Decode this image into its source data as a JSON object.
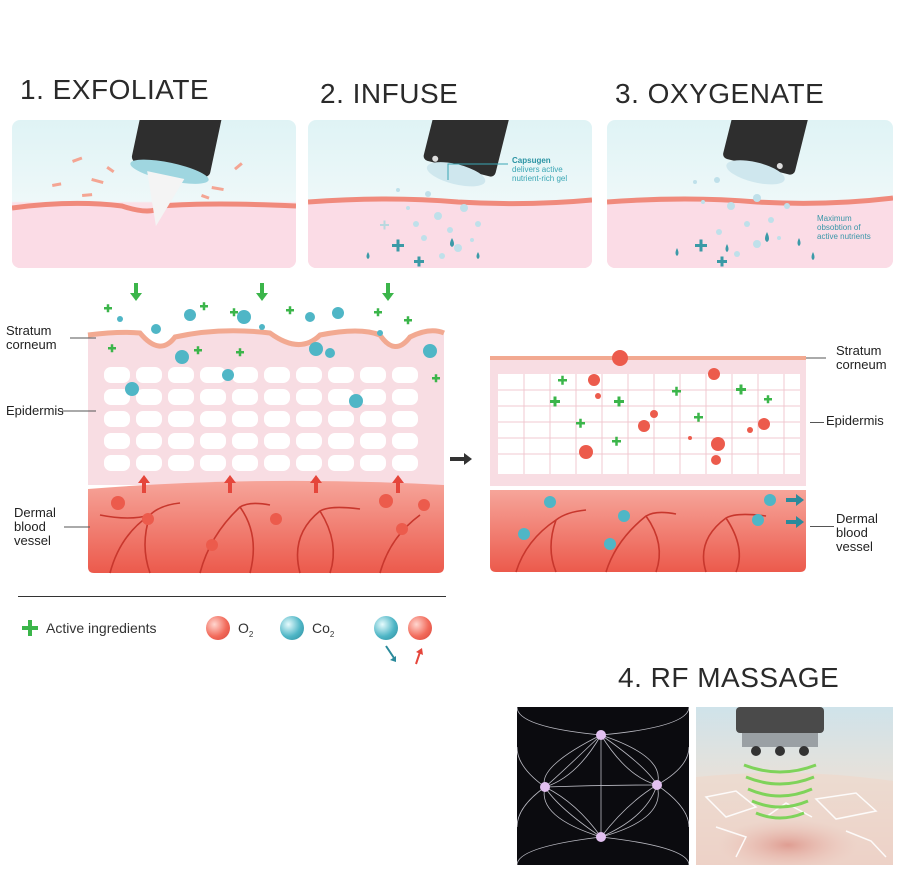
{
  "steps": [
    {
      "title": "1. EXFOLIATE"
    },
    {
      "title": "2. INFUSE",
      "callout_strong": "Capsugen",
      "callout_lines": [
        "delivers active",
        "nutrient-rich gel"
      ]
    },
    {
      "title": "3. OXYGENATE",
      "callout_lines": [
        "Maximum",
        "obsobtion of",
        "active nutrients"
      ]
    }
  ],
  "left_diagram": {
    "labels": {
      "stratum": [
        "Stratum",
        "corneum"
      ],
      "epidermis": "Epidermis",
      "dermal": [
        "Dermal",
        "blood",
        "vessel"
      ]
    }
  },
  "right_diagram": {
    "labels": {
      "stratum": [
        "Stratum",
        "corneum"
      ],
      "epidermis": "Epidermis",
      "dermal": [
        "Dermal",
        "blood",
        "vessel"
      ]
    }
  },
  "legend": {
    "active": "Active ingredients",
    "o2_base": "O",
    "o2_sub": "2",
    "co2_base": "Co",
    "co2_sub": "2"
  },
  "rf": {
    "title": "4. RF MASSAGE"
  },
  "colors": {
    "green": "#3bb54a",
    "teal": "#4fb6c6",
    "red": "#e5463b",
    "skin_pink": "#fbdce6",
    "dermis": "#f07d70"
  }
}
